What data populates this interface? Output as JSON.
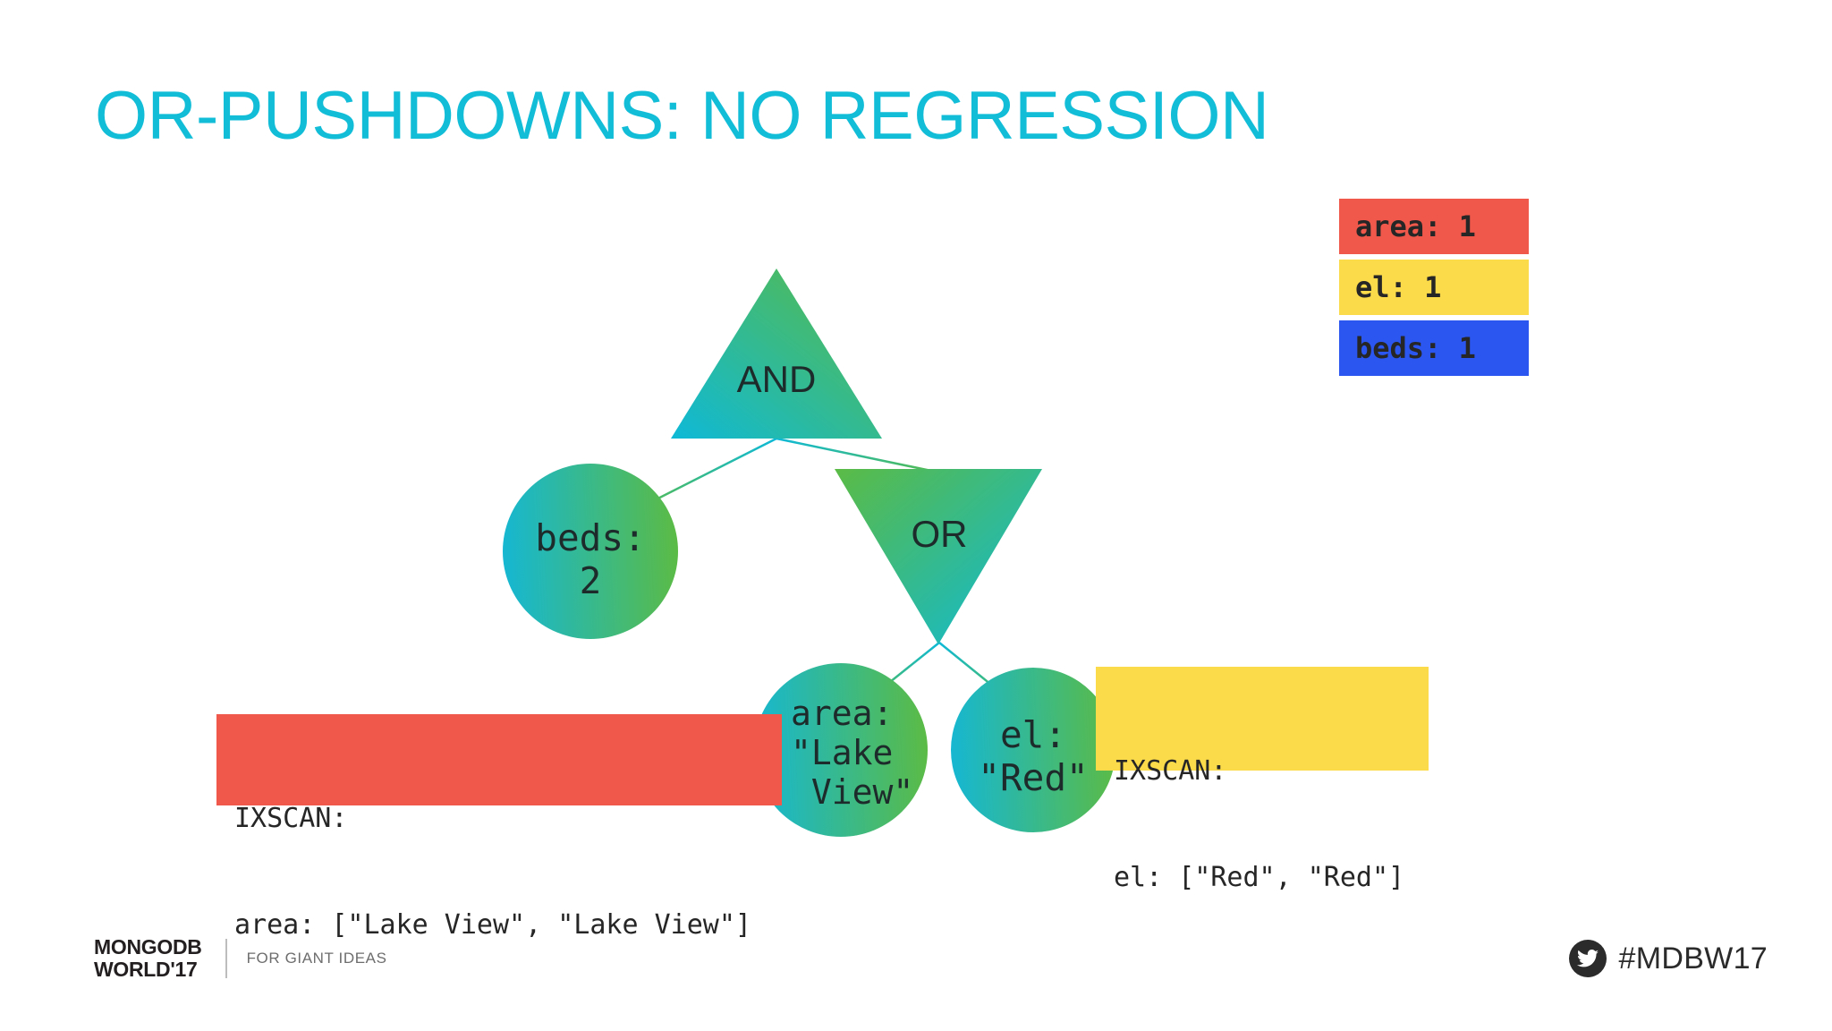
{
  "slide": {
    "title": "OR-PUSHDOWNS: NO REGRESSION",
    "title_color": "#12BDD8",
    "background_color": "#FFFFFF"
  },
  "legend": {
    "items": [
      {
        "label": "area: 1",
        "color": "#F0584B",
        "name": "legend-area"
      },
      {
        "label": "el: 1",
        "color": "#FBDB4A",
        "name": "legend-el"
      },
      {
        "label": "beds: 1",
        "color": "#2B56F0",
        "name": "legend-beds"
      }
    ]
  },
  "tree": {
    "nodes": [
      {
        "id": "and",
        "shape": "triangle-up",
        "label": "AND"
      },
      {
        "id": "beds",
        "shape": "circle",
        "label": "beds:\n2"
      },
      {
        "id": "or",
        "shape": "triangle-down",
        "label": "OR"
      },
      {
        "id": "area",
        "shape": "circle",
        "label": "area:\n\"Lake\n View\""
      },
      {
        "id": "el",
        "shape": "circle",
        "label": "el:\n\"Red\""
      }
    ],
    "edges": [
      {
        "from": "and",
        "to": "beds"
      },
      {
        "from": "and",
        "to": "or"
      },
      {
        "from": "or",
        "to": "area"
      },
      {
        "from": "or",
        "to": "el"
      }
    ],
    "gradient_start": "#0EB9D7",
    "gradient_end": "#58B947"
  },
  "callouts": [
    {
      "name": "ixscan-area-callout",
      "color": "#F0584B",
      "line1": "IXSCAN:",
      "line2": "area: [\"Lake View\", \"Lake View\"]"
    },
    {
      "name": "ixscan-el-callout",
      "color": "#FBDB4A",
      "line1": "IXSCAN:",
      "line2": "el: [\"Red\", \"Red\"]"
    }
  ],
  "footer": {
    "brand_line1": "MONGODB",
    "brand_line2": "WORLD'17",
    "tagline": "FOR GIANT IDEAS",
    "hashtag": "#MDBW17"
  }
}
